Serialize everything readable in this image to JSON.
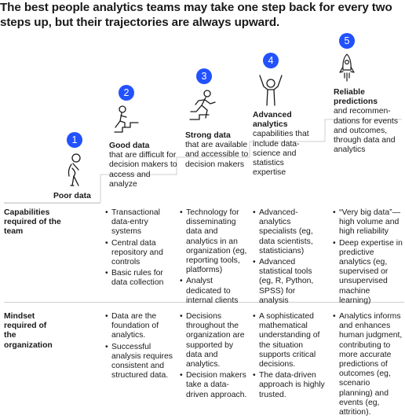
{
  "headline": "The best people analytics teams may take one step back for every two steps up, but their trajectories are always upward.",
  "colors": {
    "accent": "#2251ff",
    "stair": "#cfcfcf",
    "rule": "#cfcfcf"
  },
  "stages": [
    {
      "number": "1",
      "title": "Poor data",
      "description": "",
      "icon": "confused-person-icon"
    },
    {
      "number": "2",
      "title": "Good data",
      "description": "that are difficult for decision makers to access and analyze",
      "icon": "climbing-stairs-icon"
    },
    {
      "number": "3",
      "title": "Strong data",
      "description": "that are available and accessible to decision makers",
      "icon": "running-person-icon"
    },
    {
      "number": "4",
      "title": "Advanced analytics",
      "description": "capabilities that include data-science and statistics expertise",
      "icon": "celebrating-person-icon"
    },
    {
      "number": "5",
      "title": "Reliable predictions",
      "description": "and recommen-dations for events and outcomes, through data and analytics",
      "icon": "rocket-icon"
    }
  ],
  "rows": [
    {
      "label": "Capabilities required of the team",
      "columns": [
        [
          "Transactional data-entry systems",
          "Central data repository and controls",
          "Basic rules for data collection"
        ],
        [
          "Technology for disseminating data and analytics in an organization (eg, reporting tools, platforms)",
          "Analyst dedicated to internal clients"
        ],
        [
          "Advanced-analytics specialists (eg, data scientists, statisticians)",
          "Advanced statistical tools (eg, R, Python, SPSS) for analysis"
        ],
        [
          "“Very big data”—high volume and high reliability",
          "Deep expertise in predictive analytics (eg, supervised or unsupervised machine learning)"
        ]
      ]
    },
    {
      "label": "Mindset required of the organization",
      "columns": [
        [
          "Data are the foundation of analytics.",
          "Successful analysis requires consistent and structured data."
        ],
        [
          "Decisions throughout the organization are supported by data and analytics.",
          "Decision makers take a data-driven approach."
        ],
        [
          "A sophisticated mathematical understanding of the situation supports critical decisions.",
          "The data-driven approach is highly trusted."
        ],
        [
          "Analytics informs and enhances human judgment, contributing to more accurate predictions of outcomes (eg, scenario planning) and events (eg, attrition)."
        ]
      ]
    }
  ]
}
